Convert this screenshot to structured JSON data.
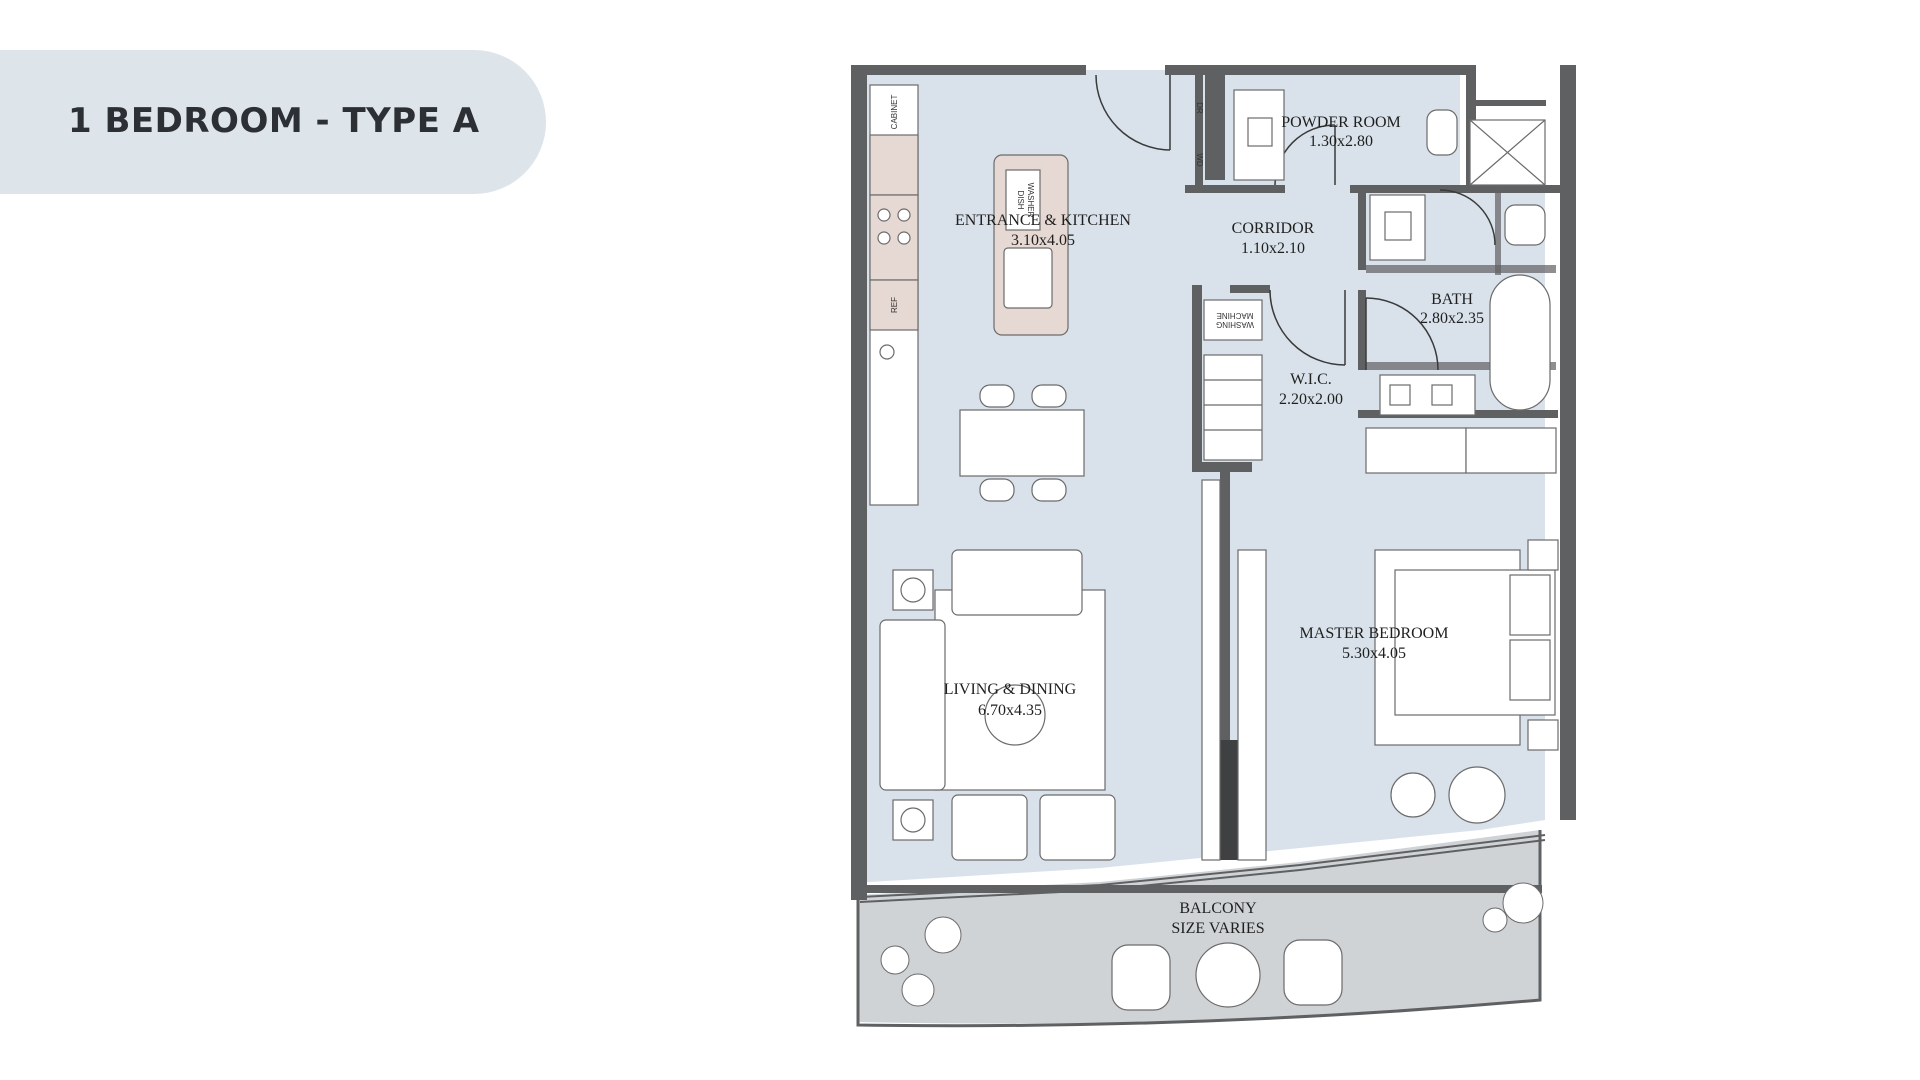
{
  "title": "1 BEDROOM - TYPE A",
  "rooms": [
    {
      "name": "POWDER ROOM",
      "size": "1.30x2.80"
    },
    {
      "name": "ENTRANCE & KITCHEN",
      "size": "3.10x4.05"
    },
    {
      "name": "CORRIDOR",
      "size": "1.10x2.10"
    },
    {
      "name": "BATH",
      "size": "2.80x2.35"
    },
    {
      "name": "W.I.C.",
      "size": "2.20x2.00"
    },
    {
      "name": "MASTER BEDROOM",
      "size": "5.30x4.05"
    },
    {
      "name": "LIVING & DINING",
      "size": "6.70x4.35"
    },
    {
      "name": "BALCONY",
      "size": "SIZE VARIES"
    }
  ],
  "fixtures": {
    "cabinet": "CABINET",
    "ref": "REF",
    "dishwasher_1": "DISH",
    "dishwasher_2": "WASHER",
    "washing_1": "WASHING",
    "washing_2": "MACHINE",
    "dr": "DR",
    "wd": "WD"
  },
  "colors": {
    "floor": "#d9e2ea",
    "wall": "#5f6062",
    "balcony": "#cfd3d6",
    "furniture": "#ffffff",
    "island": "#e6d8d2",
    "title_bg": "#dde4ea"
  }
}
